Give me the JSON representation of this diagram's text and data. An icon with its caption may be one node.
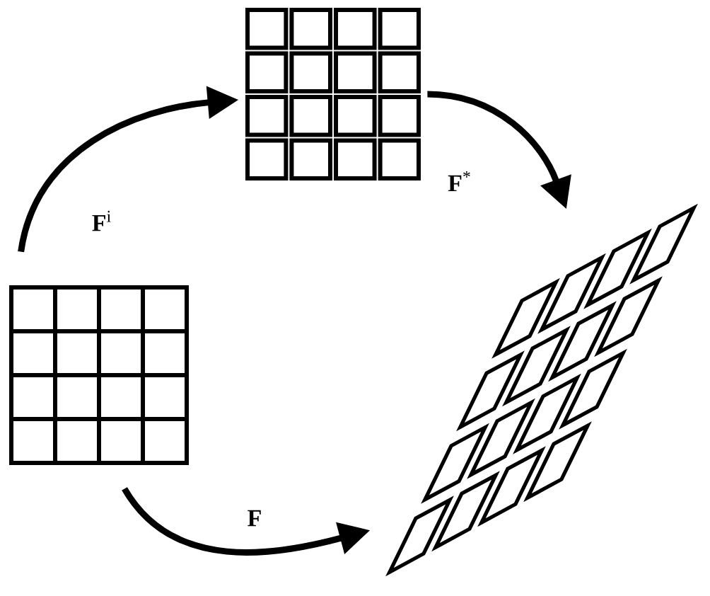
{
  "diagram": {
    "nodes": [
      {
        "text": [],
        "shape": "picture"
      },
      {
        "text": [],
        "shape": "picture"
      },
      {
        "text": [],
        "shape": "picture"
      }
    ],
    "edges": [
      {
        "from": 0,
        "to": 1,
        "arrow": "to",
        "label": "**F**$^{i}$"
      },
      {
        "from": 1,
        "to": 2,
        "arrow": "to",
        "label": "**F**$^{*}$"
      },
      {
        "from": 0,
        "to": 2,
        "arrow": "to",
        "label": "**F**"
      }
    ]
  }
}
